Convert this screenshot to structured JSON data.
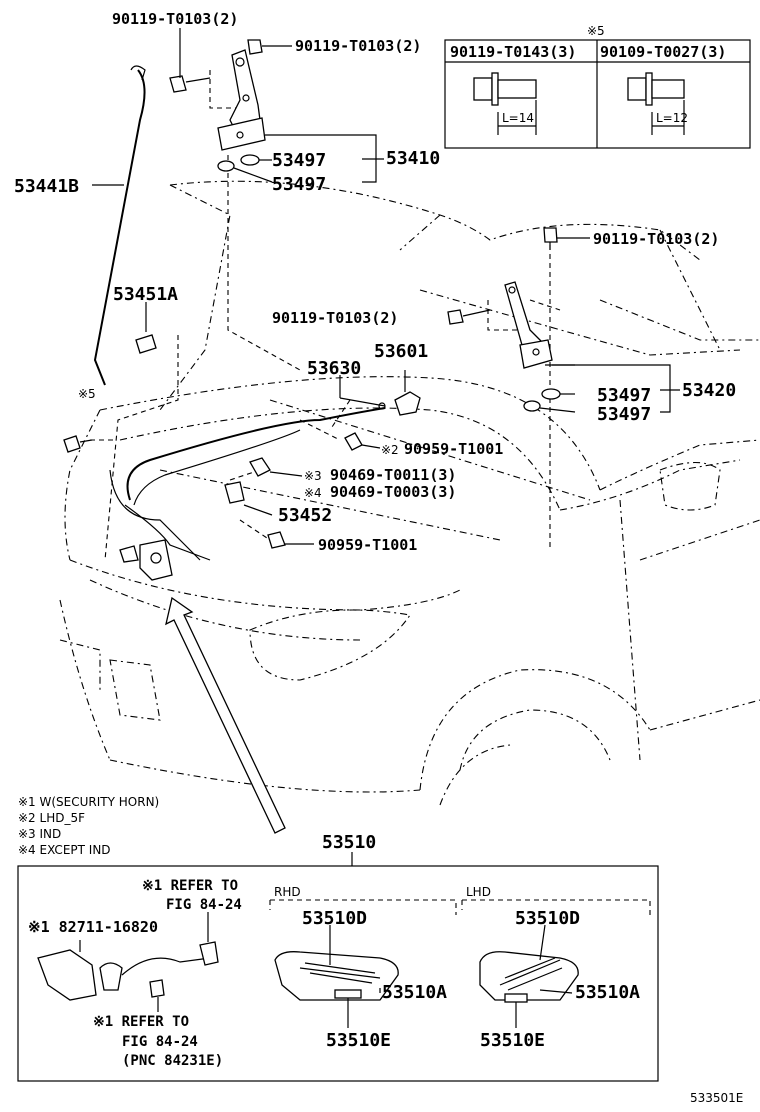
{
  "labels": {
    "hinge_bolt_top_left": "90119-T0103(2)",
    "hinge_bolt_top_right": "90119-T0103(2)",
    "hinge_bolt_rh_top": "90119-T0103(2)",
    "hinge_bolt_rh_side": "90119-T0103(2)",
    "support_rod": "53441B",
    "rod_holder": "53451A",
    "cushion_l1": "53497",
    "cushion_l2": "53497",
    "hinge_l": "53410",
    "cushion_r1": "53497",
    "cushion_r2": "53497",
    "hinge_r": "53420",
    "release_cable": "53630",
    "release_lever": "53601",
    "clamp_lhd": "90959-T1001",
    "clamp_ind": "90469-T0011(3)",
    "clamp_except_ind": "90469-T0003(3)",
    "cable_guide": "53452",
    "clamp_lower": "90959-T1001",
    "lock_assy": "53510",
    "note5_mark": "※5",
    "note5_bolt": "※5",
    "lock_d_rhd": "53510D",
    "lock_a_rhd": "53510A",
    "lock_e_rhd": "53510E",
    "lock_d_lhd": "53510D",
    "lock_a_lhd": "53510A",
    "lock_e_lhd": "53510E",
    "switch": "※1 82711-16820",
    "figure_code": "533501E"
  },
  "note_marks": {
    "m2": "※2",
    "m3": "※3",
    "m4": "※4"
  },
  "inset": {
    "bolt1": "90119-T0143(3)",
    "bolt2": "90109-T0027(3)",
    "len1": "L=14",
    "len2": "L=12"
  },
  "notes": [
    "※1 W(SECURITY HORN)",
    "※2 LHD_5F",
    "※3 IND",
    "※4 EXCEPT IND"
  ],
  "lock_box": {
    "rhd": "RHD",
    "lhd": "LHD",
    "ref1": [
      "※1 REFER TO",
      "FIG 84-24"
    ],
    "ref2": [
      "※1 REFER TO",
      "FIG 84-24",
      "(PNC 84231E)"
    ]
  }
}
